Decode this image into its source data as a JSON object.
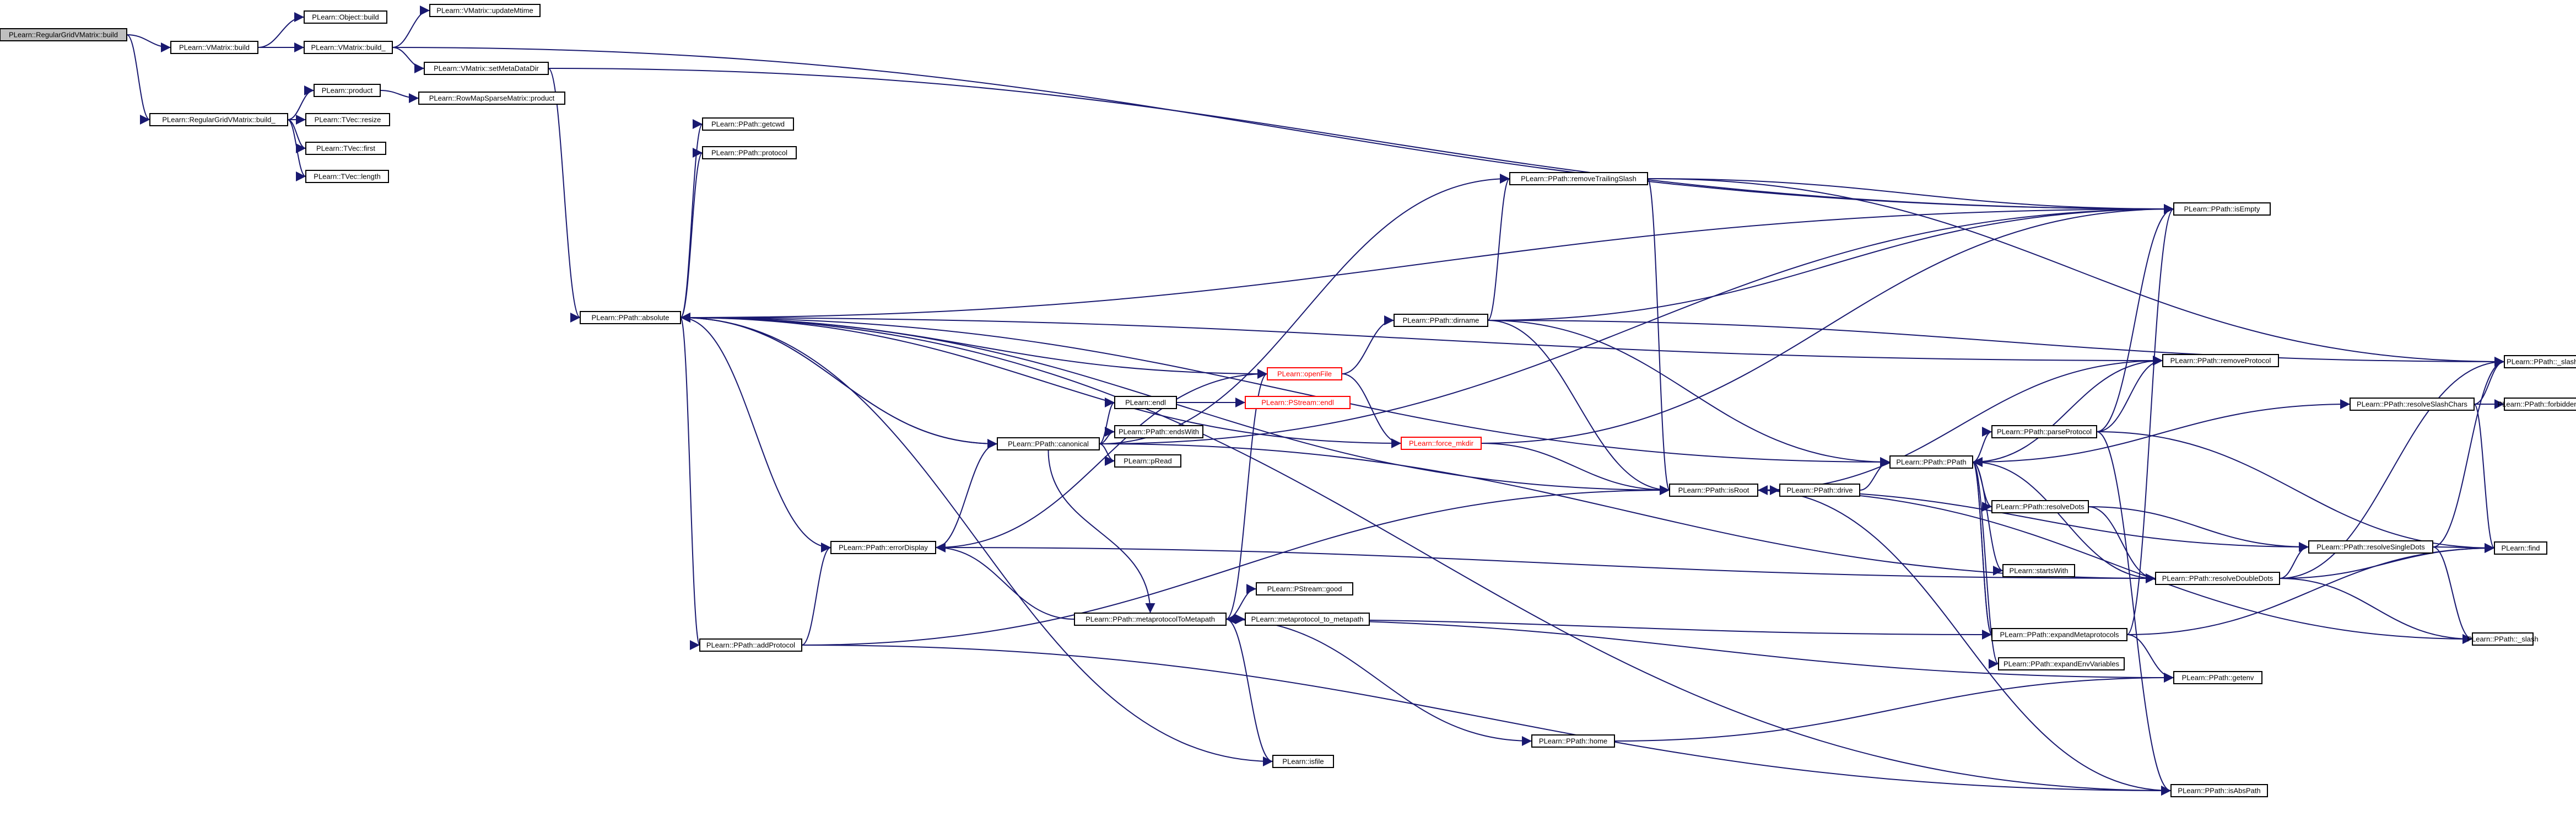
{
  "colors": {
    "edge": "#191970",
    "node_border": "#000000",
    "node_fill": "#ffffff",
    "root_fill": "#bfbfbf",
    "link_text": "#000000",
    "truncated_text": "#ff0000",
    "truncated_border": "#ff0000"
  },
  "nodes": [
    {
      "id": "root",
      "label": "PLearn::RegularGridVMatrix::build",
      "kind": "root"
    },
    {
      "id": "vmbuild",
      "label": "PLearn::VMatrix::build",
      "kind": "normal"
    },
    {
      "id": "objbuild",
      "label": "PLearn::Object::build",
      "kind": "normal"
    },
    {
      "id": "vmbuild_",
      "label": "PLearn::VMatrix::build_",
      "kind": "normal"
    },
    {
      "id": "updatemtime",
      "label": "PLearn::VMatrix::updateMtime",
      "kind": "normal"
    },
    {
      "id": "setmetadatadir",
      "label": "PLearn::VMatrix::setMetaDataDir",
      "kind": "normal"
    },
    {
      "id": "rgbuild_",
      "label": "PLearn::RegularGridVMatrix::build_",
      "kind": "normal"
    },
    {
      "id": "product",
      "label": "PLearn::product",
      "kind": "normal"
    },
    {
      "id": "rowmapsparse",
      "label": "PLearn::RowMapSparseMatrix::product",
      "kind": "normal"
    },
    {
      "id": "tvecresize",
      "label": "PLearn::TVec::resize",
      "kind": "normal"
    },
    {
      "id": "tvecfirst",
      "label": "PLearn::TVec::first",
      "kind": "normal"
    },
    {
      "id": "tveclength",
      "label": "PLearn::TVec::length",
      "kind": "normal"
    },
    {
      "id": "absolute",
      "label": "PLearn::PPath::absolute",
      "kind": "normal"
    },
    {
      "id": "getcwd",
      "label": "PLearn::PPath::getcwd",
      "kind": "normal"
    },
    {
      "id": "protocol",
      "label": "PLearn::PPath::protocol",
      "kind": "normal"
    },
    {
      "id": "canonical",
      "label": "PLearn::PPath::canonical",
      "kind": "normal"
    },
    {
      "id": "errordisplay",
      "label": "PLearn::PPath::errorDisplay",
      "kind": "normal"
    },
    {
      "id": "addprotocol",
      "label": "PLearn::PPath::addProtocol",
      "kind": "normal"
    },
    {
      "id": "endl",
      "label": "PLearn::endl",
      "kind": "normal"
    },
    {
      "id": "endswith",
      "label": "PLearn::PPath::endsWith",
      "kind": "normal"
    },
    {
      "id": "pread",
      "label": "PLearn::pRead",
      "kind": "normal"
    },
    {
      "id": "pstreamendl",
      "label": "PLearn::PStream::endl",
      "kind": "truncated"
    },
    {
      "id": "openfile",
      "label": "PLearn::openFile",
      "kind": "truncated"
    },
    {
      "id": "forcemkdir",
      "label": "PLearn::force_mkdir",
      "kind": "truncated"
    },
    {
      "id": "metaprotocol",
      "label": "PLearn::PPath::metaprotocolToMetapath",
      "kind": "normal"
    },
    {
      "id": "pstreamgood",
      "label": "PLearn::PStream::good",
      "kind": "normal"
    },
    {
      "id": "metaprotocol_to",
      "label": "PLearn::metaprotocol_to_metapath",
      "kind": "normal"
    },
    {
      "id": "isfile",
      "label": "PLearn::isfile",
      "kind": "normal"
    },
    {
      "id": "home",
      "label": "PLearn::PPath::home",
      "kind": "normal"
    },
    {
      "id": "removetrailing",
      "label": "PLearn::PPath::removeTrailingSlash",
      "kind": "normal"
    },
    {
      "id": "dirname",
      "label": "PLearn::PPath::dirname",
      "kind": "normal"
    },
    {
      "id": "isroot",
      "label": "PLearn::PPath::isRoot",
      "kind": "normal"
    },
    {
      "id": "drive",
      "label": "PLearn::PPath::drive",
      "kind": "normal"
    },
    {
      "id": "ppath",
      "label": "PLearn::PPath::PPath",
      "kind": "normal"
    },
    {
      "id": "parseprotocol",
      "label": "PLearn::PPath::parseProtocol",
      "kind": "normal"
    },
    {
      "id": "resolvedots",
      "label": "PLearn::PPath::resolveDots",
      "kind": "normal"
    },
    {
      "id": "startswith",
      "label": "PLearn::startsWith",
      "kind": "normal"
    },
    {
      "id": "expandmeta",
      "label": "PLearn::PPath::expandMetaprotocols",
      "kind": "normal"
    },
    {
      "id": "expandenv",
      "label": "PLearn::PPath::expandEnvVariables",
      "kind": "normal"
    },
    {
      "id": "getenv",
      "label": "PLearn::PPath::getenv",
      "kind": "normal"
    },
    {
      "id": "isabspath",
      "label": "PLearn::PPath::isAbsPath",
      "kind": "normal"
    },
    {
      "id": "isempty",
      "label": "PLearn::PPath::isEmpty",
      "kind": "normal"
    },
    {
      "id": "removeprotocol",
      "label": "PLearn::PPath::removeProtocol",
      "kind": "normal"
    },
    {
      "id": "resolveslash",
      "label": "PLearn::PPath::resolveSlashChars",
      "kind": "normal"
    },
    {
      "id": "resolvesingle",
      "label": "PLearn::PPath::resolveSingleDots",
      "kind": "normal"
    },
    {
      "id": "resolvedouble",
      "label": "PLearn::PPath::resolveDoubleDots",
      "kind": "normal"
    },
    {
      "id": "slashchar",
      "label": "PLearn::PPath::_slash_char",
      "kind": "normal"
    },
    {
      "id": "forbidden",
      "label": "PLearn::PPath::forbidden_chars",
      "kind": "normal"
    },
    {
      "id": "find",
      "label": "PLearn::find",
      "kind": "normal"
    },
    {
      "id": "slash",
      "label": "PLearn::PPath::_slash",
      "kind": "normal"
    }
  ],
  "edges": [
    [
      "root",
      "vmbuild"
    ],
    [
      "root",
      "rgbuild_"
    ],
    [
      "vmbuild",
      "objbuild"
    ],
    [
      "vmbuild",
      "vmbuild_"
    ],
    [
      "vmbuild_",
      "updatemtime"
    ],
    [
      "vmbuild_",
      "setmetadatadir"
    ],
    [
      "vmbuild_",
      "isempty"
    ],
    [
      "setmetadatadir",
      "absolute"
    ],
    [
      "setmetadatadir",
      "isempty"
    ],
    [
      "rgbuild_",
      "product"
    ],
    [
      "rgbuild_",
      "tvecresize"
    ],
    [
      "rgbuild_",
      "tvecfirst"
    ],
    [
      "rgbuild_",
      "tveclength"
    ],
    [
      "product",
      "rowmapsparse"
    ],
    [
      "absolute",
      "getcwd"
    ],
    [
      "absolute",
      "protocol"
    ],
    [
      "absolute",
      "canonical"
    ],
    [
      "absolute",
      "errordisplay"
    ],
    [
      "absolute",
      "addprotocol"
    ],
    [
      "absolute",
      "isempty"
    ],
    [
      "absolute",
      "ppath"
    ],
    [
      "absolute",
      "removeprotocol"
    ],
    [
      "absolute",
      "isabspath"
    ],
    [
      "absolute",
      "isroot"
    ],
    [
      "canonical",
      "endl"
    ],
    [
      "canonical",
      "endswith"
    ],
    [
      "canonical",
      "pread"
    ],
    [
      "canonical",
      "metaprotocol"
    ],
    [
      "canonical",
      "removetrailing"
    ],
    [
      "canonical",
      "isempty"
    ],
    [
      "canonical",
      "resolvedouble"
    ],
    [
      "canonical",
      "absolute"
    ],
    [
      "errordisplay",
      "canonical"
    ],
    [
      "errordisplay",
      "openfile"
    ],
    [
      "addprotocol",
      "errordisplay"
    ],
    [
      "addprotocol",
      "isroot"
    ],
    [
      "addprotocol",
      "isabspath"
    ],
    [
      "endl",
      "pstreamendl"
    ],
    [
      "openfile",
      "dirname"
    ],
    [
      "openfile",
      "forcemkdir"
    ],
    [
      "openfile",
      "absolute"
    ],
    [
      "forcemkdir",
      "isroot"
    ],
    [
      "forcemkdir",
      "isempty"
    ],
    [
      "forcemkdir",
      "absolute"
    ],
    [
      "metaprotocol",
      "pstreamgood"
    ],
    [
      "metaprotocol",
      "metaprotocol_to"
    ],
    [
      "metaprotocol",
      "isfile"
    ],
    [
      "metaprotocol",
      "home"
    ],
    [
      "metaprotocol",
      "errordisplay"
    ],
    [
      "metaprotocol",
      "getenv"
    ],
    [
      "metaprotocol",
      "openfile"
    ],
    [
      "isfile",
      "absolute"
    ],
    [
      "home",
      "getenv"
    ],
    [
      "removetrailing",
      "isroot"
    ],
    [
      "removetrailing",
      "isempty"
    ],
    [
      "removetrailing",
      "slashchar"
    ],
    [
      "dirname",
      "removetrailing"
    ],
    [
      "dirname",
      "isroot"
    ],
    [
      "dirname",
      "ppath"
    ],
    [
      "dirname",
      "isempty"
    ],
    [
      "dirname",
      "slashchar"
    ],
    [
      "isroot",
      "drive"
    ],
    [
      "isroot",
      "removeprotocol"
    ],
    [
      "isroot",
      "isabspath"
    ],
    [
      "isroot",
      "slash"
    ],
    [
      "drive",
      "ppath"
    ],
    [
      "ppath",
      "parseprotocol"
    ],
    [
      "ppath",
      "resolvedots"
    ],
    [
      "ppath",
      "startswith"
    ],
    [
      "ppath",
      "expandmeta"
    ],
    [
      "ppath",
      "expandenv"
    ],
    [
      "ppath",
      "resolveslash"
    ],
    [
      "ppath",
      "removeprotocol"
    ],
    [
      "parseprotocol",
      "isempty"
    ],
    [
      "parseprotocol",
      "removeprotocol"
    ],
    [
      "parseprotocol",
      "find"
    ],
    [
      "parseprotocol",
      "isabspath"
    ],
    [
      "resolvedots",
      "resolvesingle"
    ],
    [
      "resolvedots",
      "resolvedouble"
    ],
    [
      "expandmeta",
      "isempty"
    ],
    [
      "expandmeta",
      "metaprotocol"
    ],
    [
      "expandmeta",
      "getenv"
    ],
    [
      "expandmeta",
      "find"
    ],
    [
      "expandmeta",
      "ppath"
    ],
    [
      "resolveslash",
      "slashchar"
    ],
    [
      "resolveslash",
      "forbidden"
    ],
    [
      "resolveslash",
      "find"
    ],
    [
      "resolvesingle",
      "slashchar"
    ],
    [
      "resolvesingle",
      "find"
    ],
    [
      "resolvesingle",
      "slash"
    ],
    [
      "resolvesingle",
      "isroot"
    ],
    [
      "resolvedouble",
      "slashchar"
    ],
    [
      "resolvedouble",
      "find"
    ],
    [
      "resolvedouble",
      "slash"
    ],
    [
      "resolvedouble",
      "resolvesingle"
    ],
    [
      "resolvedouble",
      "ppath"
    ],
    [
      "resolvedouble",
      "errordisplay"
    ]
  ]
}
